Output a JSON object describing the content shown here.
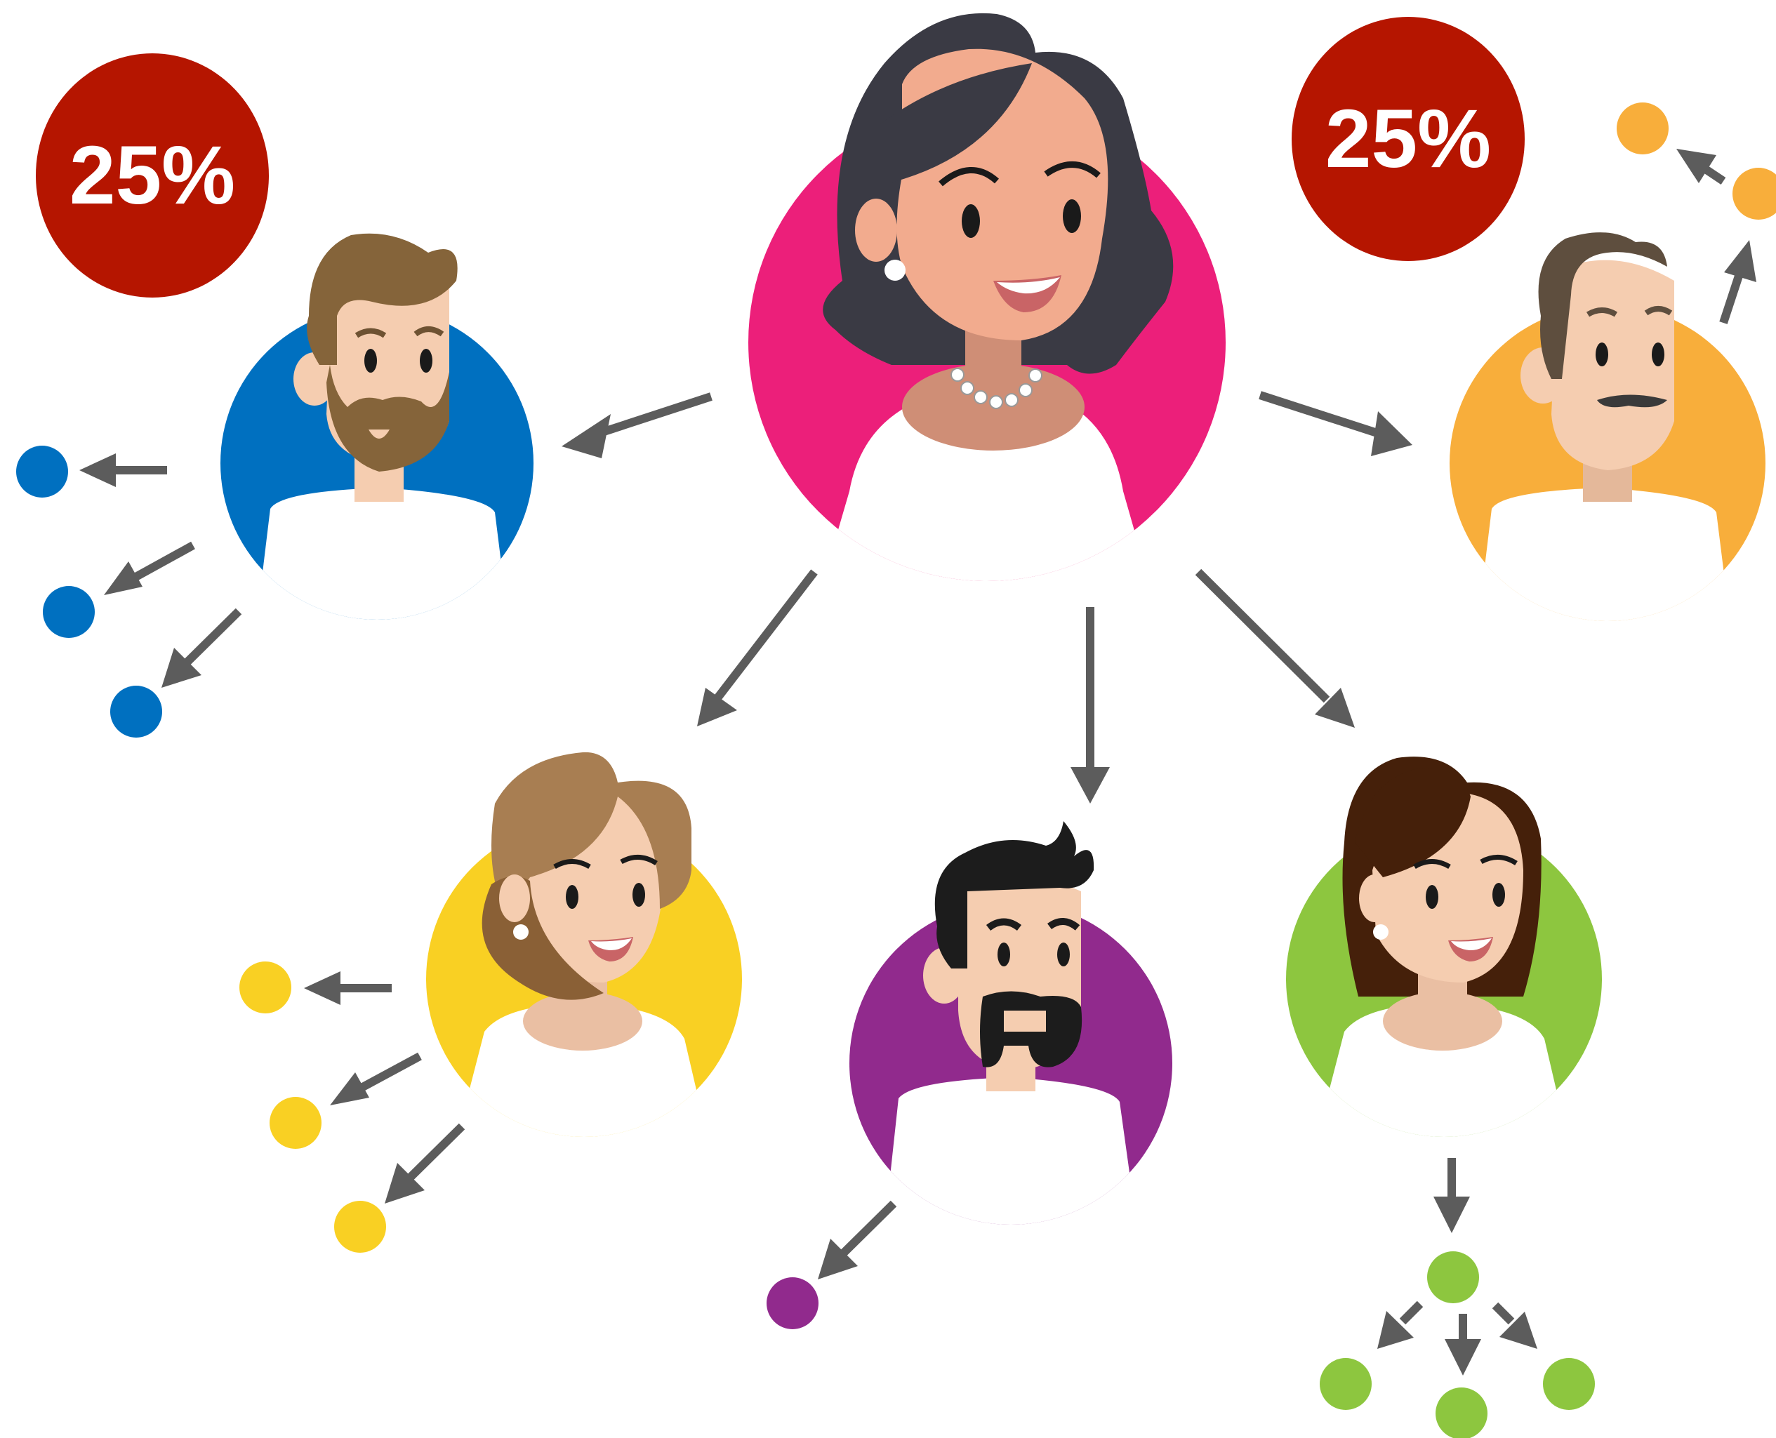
{
  "badges": [
    {
      "id": "badge-left",
      "label": "25%"
    },
    {
      "id": "badge-right",
      "label": "25%"
    }
  ],
  "colors": {
    "central": "#EC1F7A",
    "blue": "#0070C0",
    "orange": "#F8AE3B",
    "yellow": "#F9D023",
    "purple": "#912A8D",
    "green": "#8DC63F",
    "badge": "#B51500",
    "arrow": "#5C5C5C",
    "skin": "#F5CDB0",
    "shirt": "#FFFFFF"
  },
  "people": [
    {
      "id": "central",
      "role": "woman",
      "color": "central",
      "hair": "#3A3A44"
    },
    {
      "id": "blue",
      "role": "man-beard",
      "color": "blue",
      "hair": "#85643A"
    },
    {
      "id": "orange",
      "role": "man-mustache",
      "color": "orange",
      "hair": "#5E4E3E"
    },
    {
      "id": "yellow",
      "role": "woman",
      "color": "yellow",
      "hair": "#A87E52"
    },
    {
      "id": "purple",
      "role": "man-goatee",
      "color": "purple",
      "hair": "#1C1C1C"
    },
    {
      "id": "green",
      "role": "woman",
      "color": "green",
      "hair": "#45200A"
    }
  ]
}
